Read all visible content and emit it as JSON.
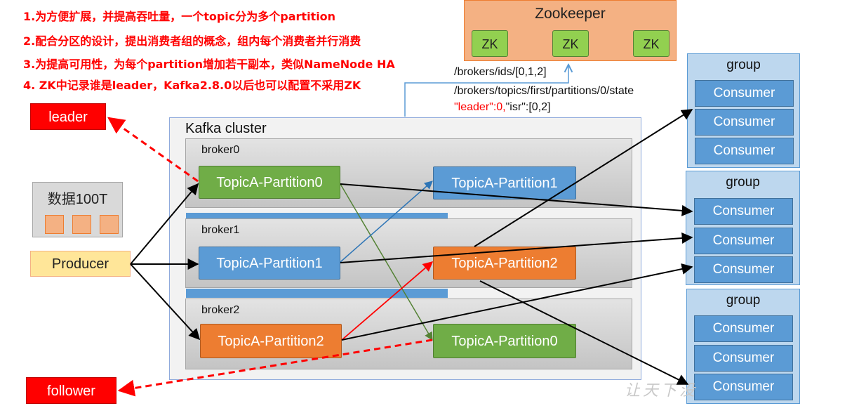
{
  "notes": [
    "1.为方便扩展，并提高吞吐量，一个topic分为多个partition",
    "2.配合分区的设计，提出消费者组的概念，组内每个消费者并行消费",
    "3.为提高可用性，为每个partition增加若干副本，类似NameNode HA",
    "4. ZK中记录谁是leader，Kafka2.8.0以后也可以配置不采用ZK"
  ],
  "zookeeper": {
    "title": "Zookeeper",
    "nodes": [
      "ZK",
      "ZK",
      "ZK"
    ],
    "path_ids": "/brokers/ids/[0,1,2]",
    "path_state": "/brokers/topics/first/partitions/0/state",
    "state_leader": "\"leader\":0,",
    "state_isr": "\"isr\":[0,2]"
  },
  "roles": {
    "leader": "leader",
    "follower": "follower"
  },
  "data_box": {
    "label": "数据100T"
  },
  "producer": "Producer",
  "cluster": {
    "title": "Kafka cluster",
    "brokers": [
      {
        "name": "broker0",
        "partitions": [
          "TopicA-Partition0",
          "TopicA-Partition1"
        ]
      },
      {
        "name": "broker1",
        "partitions": [
          "TopicA-Partition1",
          "TopicA-Partition2"
        ]
      },
      {
        "name": "broker2",
        "partitions": [
          "TopicA-Partition2",
          "TopicA-Partition0"
        ]
      }
    ]
  },
  "groups": [
    {
      "title": "group",
      "consumers": [
        "Consumer",
        "Consumer",
        "Consumer"
      ]
    },
    {
      "title": "group",
      "consumers": [
        "Consumer",
        "Consumer",
        "Consumer"
      ]
    },
    {
      "title": "group",
      "consumers": [
        "Consumer",
        "Consumer",
        "Consumer"
      ]
    }
  ],
  "watermark": "让天下没",
  "colors": {
    "note_red": "#ff0000",
    "zookeeper_bg": "#f4b183",
    "zk_node": "#92d050",
    "leader_partition": "#70ad47",
    "replica_blue": "#5b9bd5",
    "replica_orange": "#ed7d31",
    "group_bg": "#bdd7ee",
    "producer_bg": "#ffe699"
  }
}
